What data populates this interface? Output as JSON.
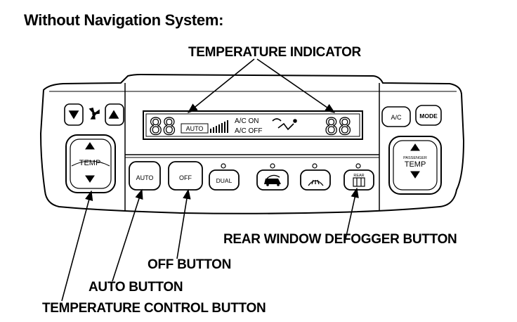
{
  "heading": "Without Navigation System:",
  "callouts": {
    "temperature_indicator": "TEMPERATURE INDICATOR",
    "rear_window_defogger_button": "REAR WINDOW DEFOGGER BUTTON",
    "off_button": "OFF BUTTON",
    "auto_button": "AUTO BUTTON",
    "temperature_control_button": "TEMPERATURE CONTROL BUTTON"
  },
  "panel": {
    "left_temp_label": "TEMP",
    "right_temp_label": "TEMP",
    "right_temp_sub_label": "PASSENGER",
    "ac_button": "A/C",
    "mode_button": "MODE",
    "auto_button": "AUTO",
    "off_button": "OFF",
    "dual_button": "DUAL",
    "rear_button_label": "REAR",
    "display": {
      "left_temp": "88",
      "right_temp": "88",
      "auto_indicator": "AUTO",
      "ac_on": "A/C ON",
      "ac_off": "A/C OFF"
    },
    "icons": [
      "fan-down-icon",
      "fan-icon",
      "fan-up-icon",
      "recirculation-icon",
      "front-defrost-icon",
      "rear-defrost-icon"
    ]
  }
}
